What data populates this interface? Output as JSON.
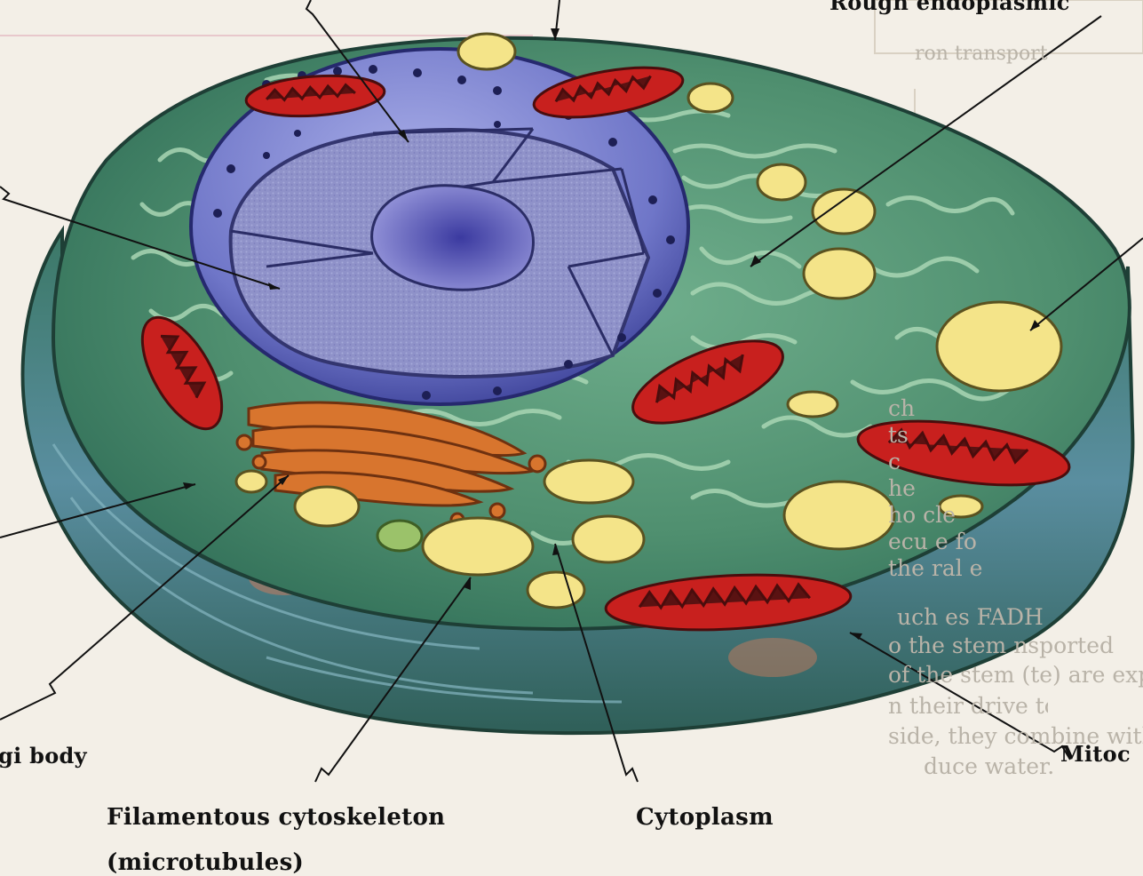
{
  "labels": {
    "rough_er": "Rough endoplasmic",
    "mitochondrion": "Mitoc",
    "golgi": "gi body",
    "cytoskeleton": "Filamentous cytoskeleton",
    "microtubules": "(microtubules)",
    "cytoplasm": "Cytoplasm"
  },
  "background_text": {
    "top_right": "ron transport",
    "lines": [
      "ch",
      "ts",
      "c",
      "he",
      "ho                        cle",
      "ecu                     e fo",
      "the                  ral e",
      "uch es            FADH",
      "o the stem       nsported",
      "of the stem       (te) are expell",
      "n their drive to g          the energy carri",
      "side, they combine with the oxygen that picked up the el",
      "duce water."
    ]
  },
  "colors": {
    "page_background": "#f3efe7",
    "cytoplasm": "#4f8f6f",
    "nucleus": "#6f76c8",
    "mitochondria": "#c8201e",
    "vesicles": "#f4e489",
    "golgi": "#d8752e",
    "label_text": "#111111"
  }
}
